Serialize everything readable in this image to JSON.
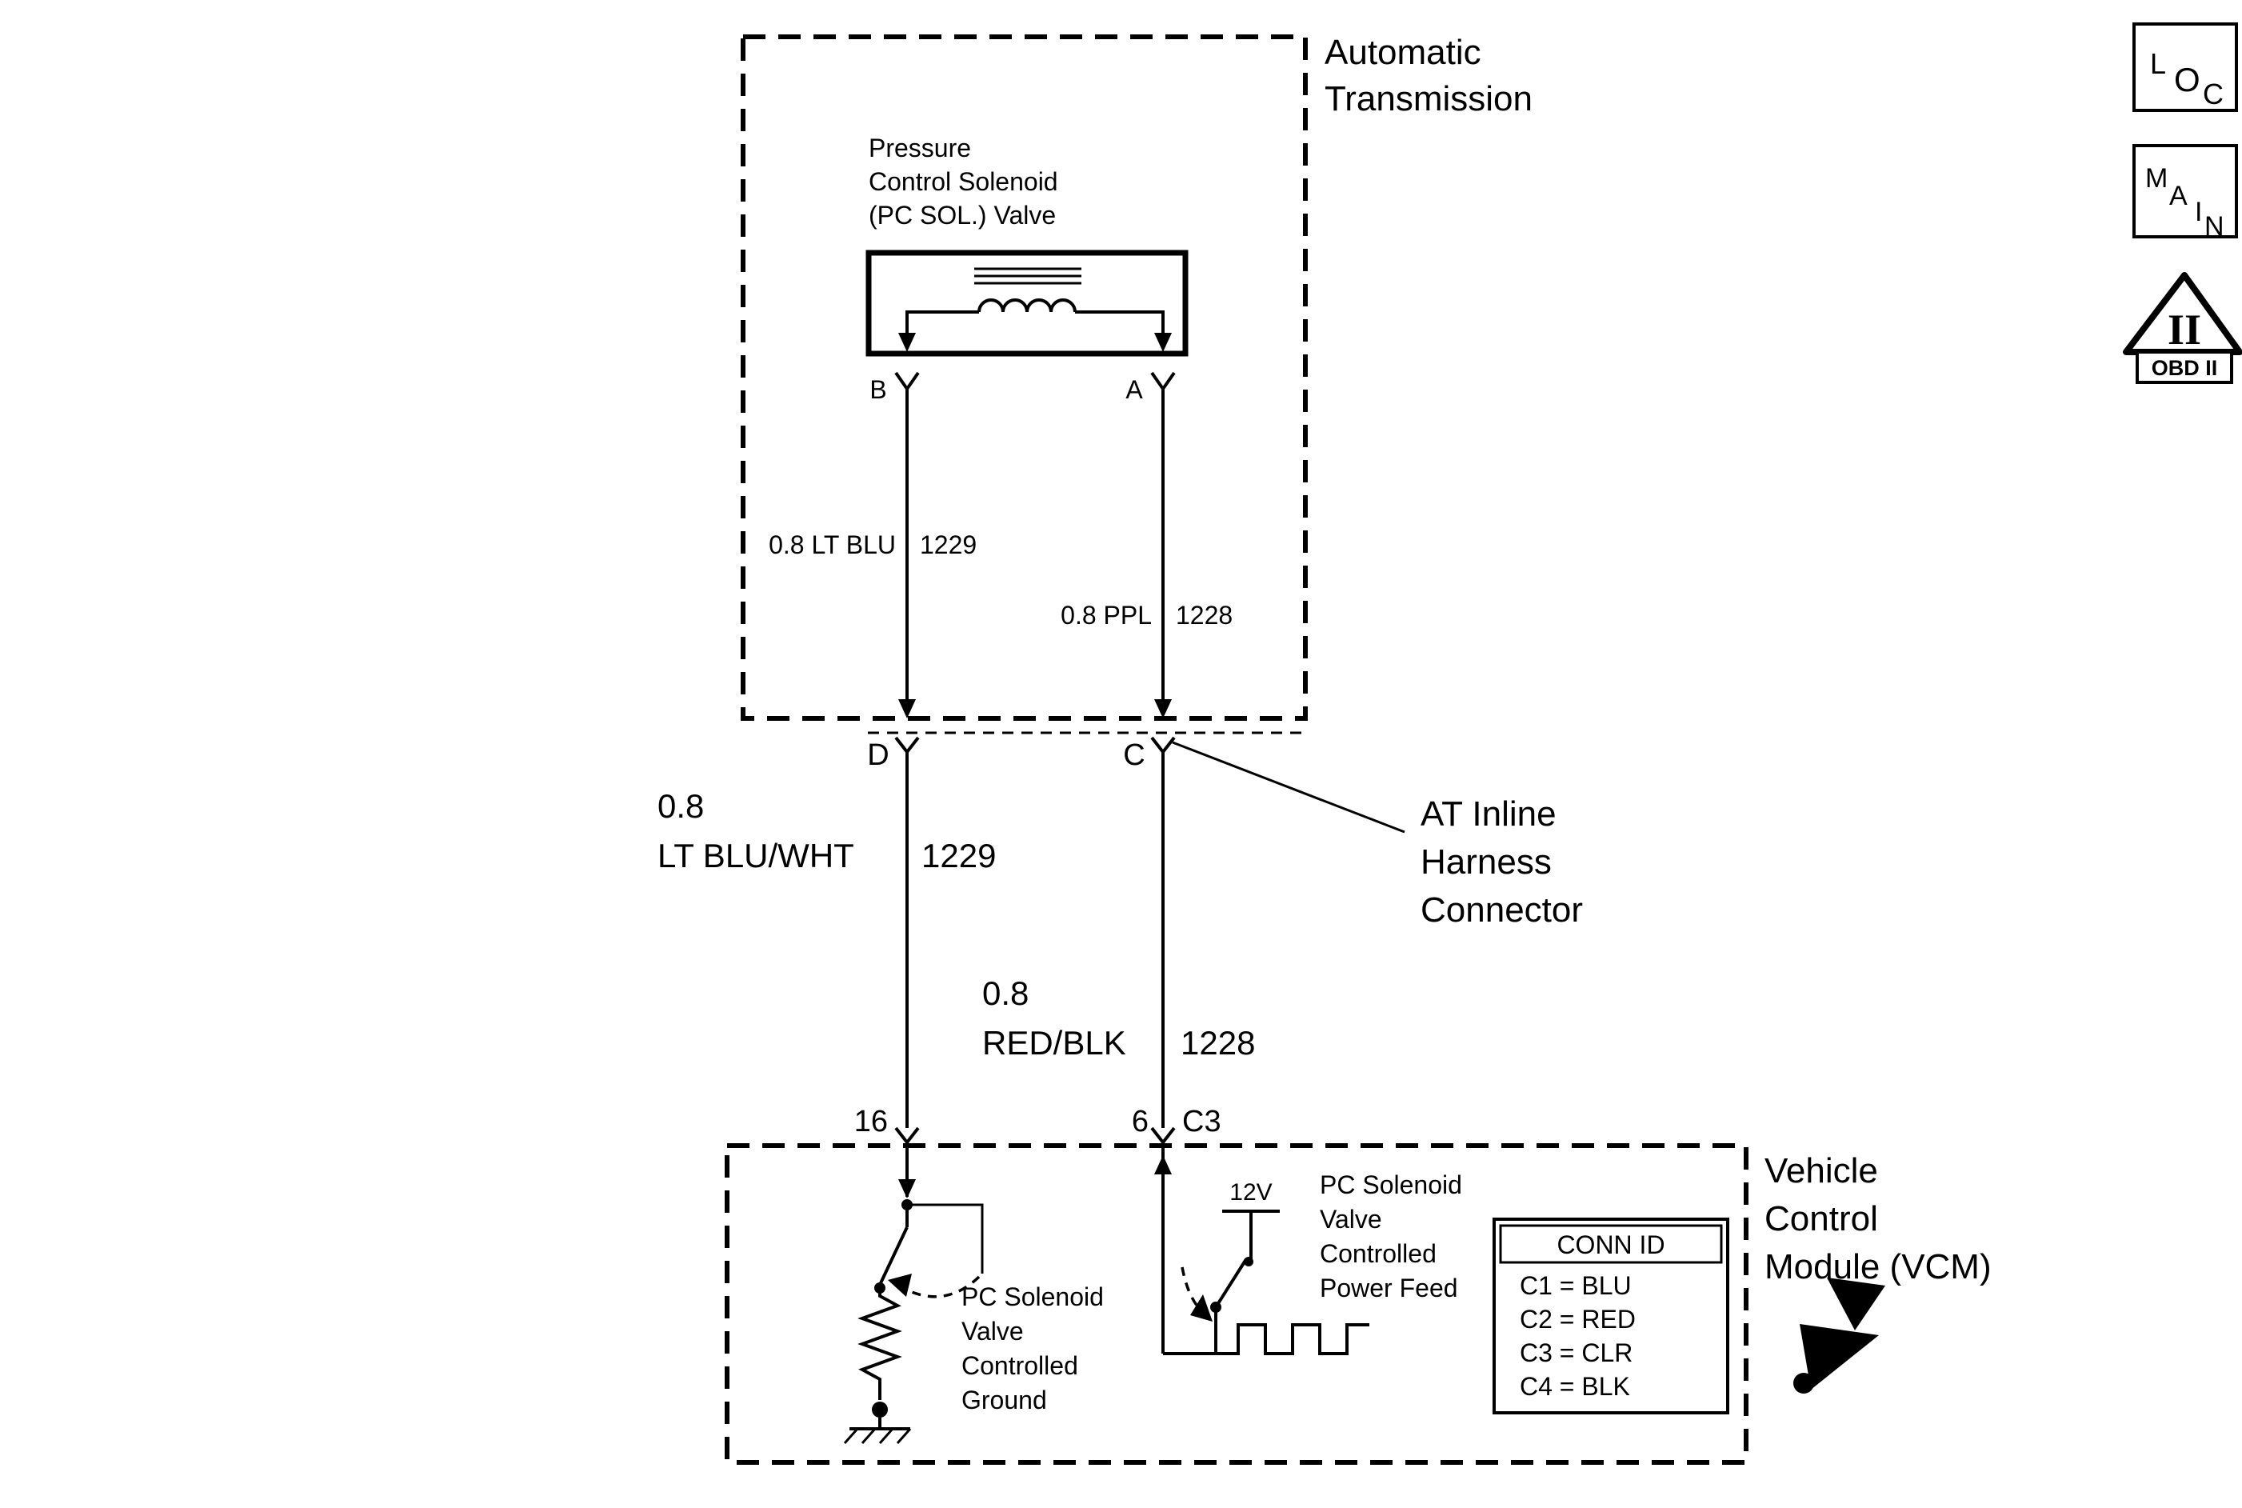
{
  "diagram": {
    "transmission": {
      "title1": "Automatic",
      "title2": "Transmission",
      "component1": "Pressure",
      "component2": "Control Solenoid",
      "component3": "(PC SOL.) Valve",
      "terminal_b": "B",
      "terminal_a": "A",
      "wire_b_label": "0.8 LT BLU",
      "wire_b_circuit": "1229",
      "wire_a_label": "0.8 PPL",
      "wire_a_circuit": "1228"
    },
    "inline_connector": {
      "terminal_d": "D",
      "terminal_c": "C",
      "label1": "AT Inline",
      "label2": "Harness",
      "label3": "Connector"
    },
    "harness": {
      "wire_d_gauge": "0.8",
      "wire_d_color": "LT BLU/WHT",
      "wire_d_circuit": "1229",
      "wire_c_gauge": "0.8",
      "wire_c_color": "RED/BLK",
      "wire_c_circuit": "1228"
    },
    "vcm": {
      "title1": "Vehicle",
      "title2": "Control",
      "title3": "Module (VCM)",
      "pin_ground": "16",
      "pin_power": "6",
      "connector_id": "C3",
      "supply": "12V",
      "ground_label1": "PC Solenoid",
      "ground_label2": "Valve",
      "ground_label3": "Controlled",
      "ground_label4": "Ground",
      "power_label1": "PC Solenoid",
      "power_label2": "Valve",
      "power_label3": "Controlled",
      "power_label4": "Power Feed",
      "conn_table": {
        "header": "CONN ID",
        "rows": [
          "C1 = BLU",
          "C2 = RED",
          "C3 = CLR",
          "C4 = BLK"
        ]
      }
    }
  },
  "badges": {
    "loc": [
      "L",
      "O",
      "C"
    ],
    "main": [
      "M",
      "A",
      "I",
      "N"
    ],
    "obd_numeral": "II",
    "obd_label": "OBD II"
  }
}
